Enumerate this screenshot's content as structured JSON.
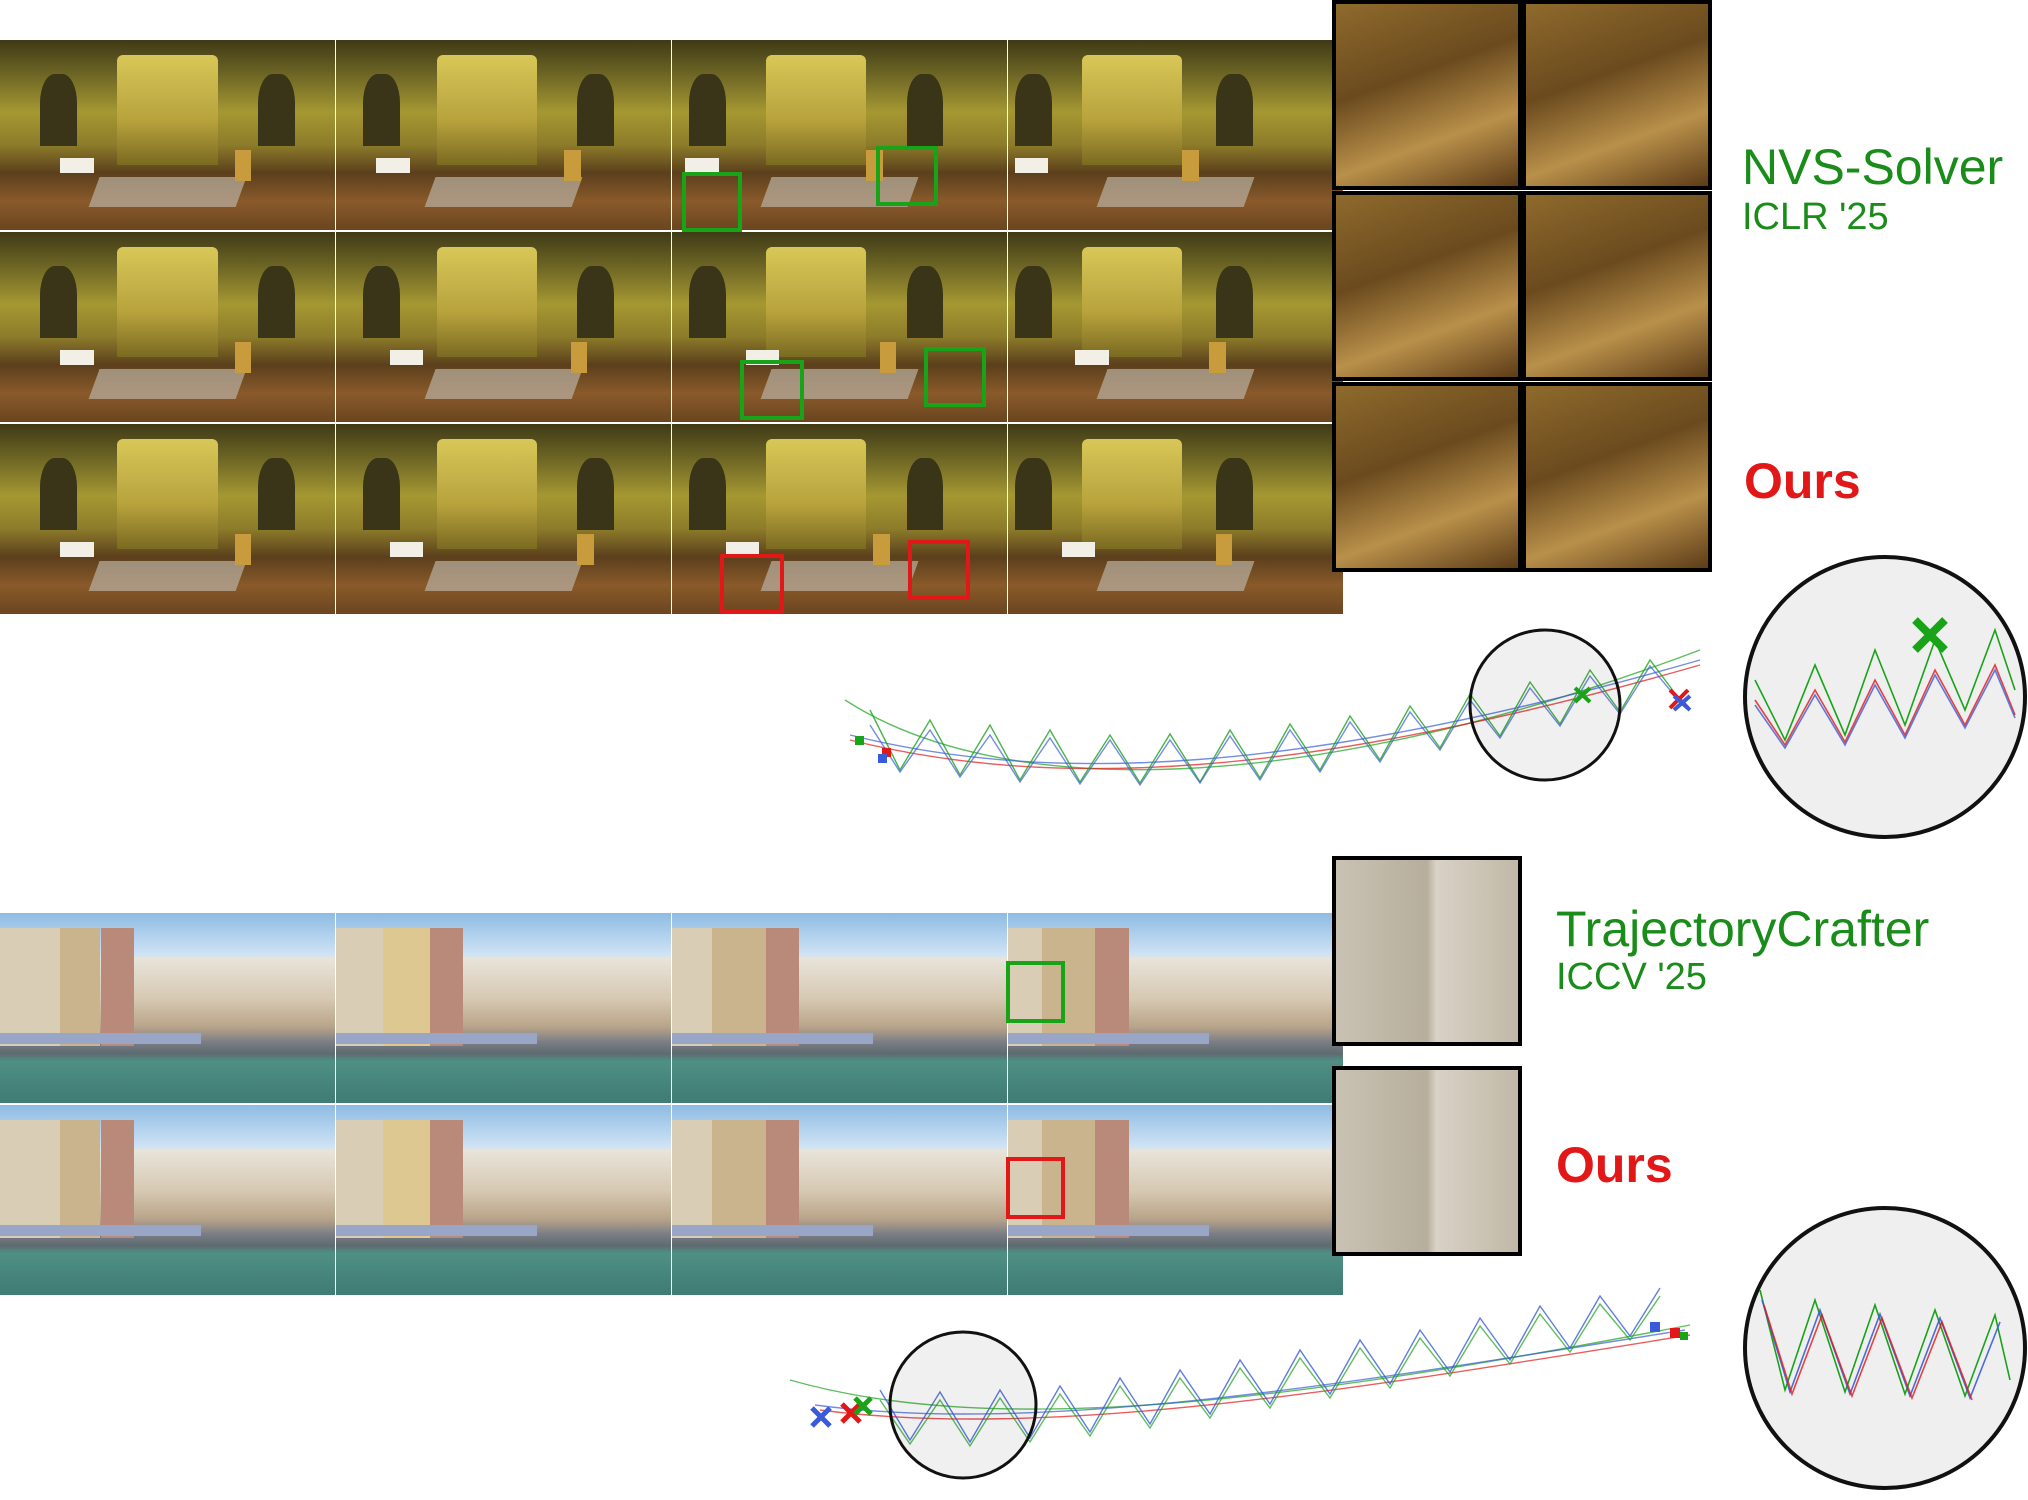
{
  "figure": {
    "top_method": {
      "name": "NVS-Solver",
      "venue": "ICLR '25",
      "ours": "Ours"
    },
    "bottom_method": {
      "name": "TrajectoryCrafter",
      "venue": "ICCV '25",
      "ours": "Ours"
    },
    "colors": {
      "baseline": "#19a319",
      "ours": "#e21717",
      "gt": "#3a5bd9"
    }
  }
}
